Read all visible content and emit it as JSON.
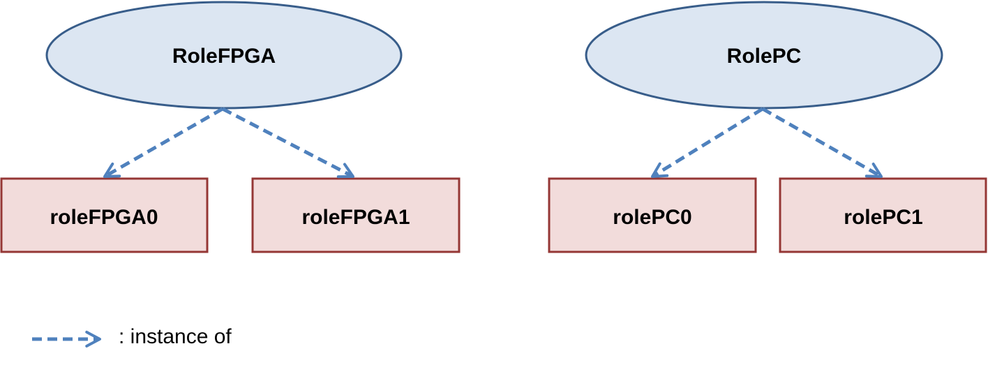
{
  "colors": {
    "role_fill": "#dce6f2",
    "role_stroke": "#385d8a",
    "instance_fill": "#f2dcdb",
    "instance_stroke": "#953735",
    "arrow": "#4f81bd"
  },
  "roles": [
    {
      "label": "RoleFPGA"
    },
    {
      "label": "RolePC"
    }
  ],
  "instances": [
    {
      "label": "roleFPGA0"
    },
    {
      "label": "roleFPGA1"
    },
    {
      "label": "rolePC0"
    },
    {
      "label": "rolePC1"
    }
  ],
  "legend": {
    "label": ": instance of",
    "icon": "dashed-arrow-icon"
  }
}
